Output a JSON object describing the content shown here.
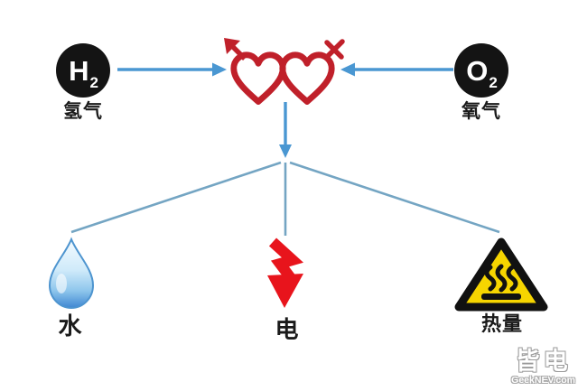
{
  "reactants": {
    "hydrogen": {
      "formula_base": "H",
      "formula_sub": "2",
      "label": "氢气"
    },
    "oxygen": {
      "formula_base": "O",
      "formula_sub": "2",
      "label": "氧气"
    }
  },
  "products": {
    "water": {
      "label": "水"
    },
    "electricity": {
      "label": "电"
    },
    "heat": {
      "label": "热量"
    }
  },
  "icons": {
    "center": "interlocked-male-female-hearts-icon",
    "water": "water-droplet-icon",
    "electricity": "lightning-bolt-arrow-icon",
    "heat": "hot-surface-warning-triangle-icon"
  },
  "colors": {
    "node_black": "#141414",
    "arrow_blue": "#4a97d2",
    "branch_line_blue": "#74a5c3",
    "heart_red": "#c0202a",
    "bolt_red": "#e8141c",
    "warning_yellow": "#f6d500",
    "droplet_blue": "#3f86d2",
    "label_black": "#1a1a1a"
  },
  "watermark": {
    "brand": "皆电",
    "site": "GeekNEV.com"
  }
}
